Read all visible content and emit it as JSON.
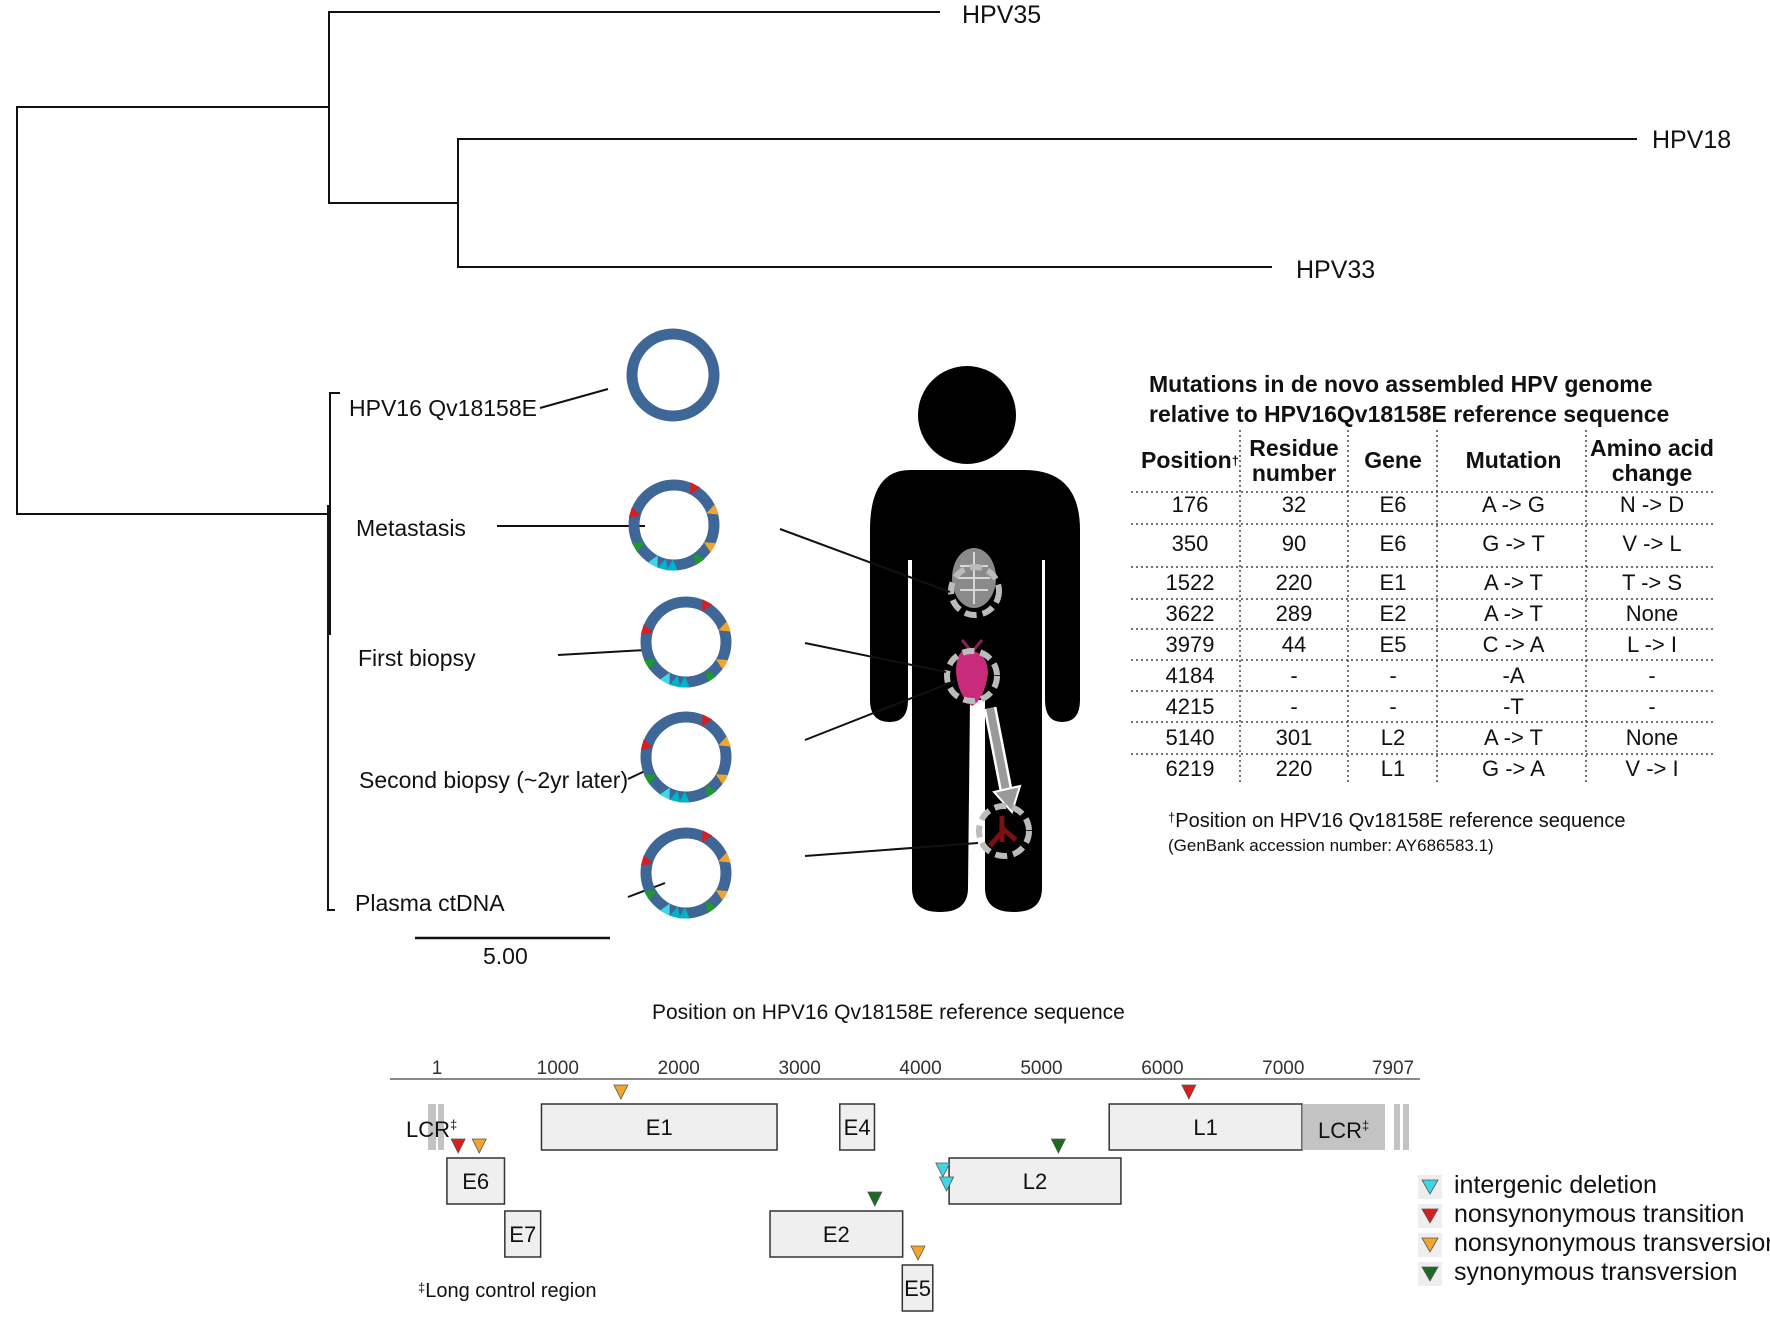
{
  "tree": {
    "taxa": [
      {
        "label": "HPV35"
      },
      {
        "label": "HPV18"
      },
      {
        "label": "HPV33"
      }
    ],
    "samples": [
      {
        "label": "HPV16 Qv18158E"
      },
      {
        "label": "Metastasis"
      },
      {
        "label": "First biopsy"
      },
      {
        "label": "Second biopsy (~2yr later)"
      },
      {
        "label": "Plasma ctDNA"
      }
    ],
    "scale_bar": {
      "label": "5.00"
    }
  },
  "mutation_table": {
    "title_line1": "Mutations in de novo assembled  HPV genome",
    "title_line2": "relative to HPV16Qv18158E reference sequence",
    "headers": {
      "position": "Position",
      "position_mark": "†",
      "residue_1": "Residue",
      "residue_2": "number",
      "gene": "Gene",
      "mutation": "Mutation",
      "aa_1": "Amino acid",
      "aa_2": "change"
    },
    "rows": [
      {
        "position": "176",
        "residue": "32",
        "gene": "E6",
        "mutation": "A -> G",
        "aa_change": "N -> D"
      },
      {
        "position": "350",
        "residue": "90",
        "gene": "E6",
        "mutation": "G -> T",
        "aa_change": "V -> L"
      },
      {
        "position": "1522",
        "residue": "220",
        "gene": "E1",
        "mutation": "A -> T",
        "aa_change": "T -> S"
      },
      {
        "position": "3622",
        "residue": "289",
        "gene": "E2",
        "mutation": "A -> T",
        "aa_change": "None"
      },
      {
        "position": "3979",
        "residue": "44",
        "gene": "E5",
        "mutation": "C -> A",
        "aa_change": "L -> I"
      },
      {
        "position": "4184",
        "residue": "-",
        "gene": "-",
        "mutation": "-A",
        "aa_change": "-"
      },
      {
        "position": "4215",
        "residue": "-",
        "gene": "-",
        "mutation": "-T",
        "aa_change": "-"
      },
      {
        "position": "5140",
        "residue": "301",
        "gene": "L2",
        "mutation": "A -> T",
        "aa_change": "None"
      },
      {
        "position": "6219",
        "residue": "220",
        "gene": "L1",
        "mutation": "G -> A",
        "aa_change": "V -> I"
      }
    ],
    "footnote_mark": "†",
    "footnote_line1": "Position on HPV16 Qv18158E reference sequence",
    "footnote_line2": "(GenBank accession number: AY686583.1)"
  },
  "genome_map": {
    "axis_title": "Position on HPV16 Qv18158E reference sequence",
    "axis_max": 7907,
    "ticks": [
      "1",
      "1000",
      "2000",
      "3000",
      "4000",
      "5000",
      "6000",
      "7000",
      "7907"
    ],
    "genes": [
      {
        "name": "E6",
        "start": 83,
        "end": 559
      },
      {
        "name": "E7",
        "start": 562,
        "end": 858
      },
      {
        "name": "E1",
        "start": 865,
        "end": 2813
      },
      {
        "name": "E2",
        "start": 2755,
        "end": 3852
      },
      {
        "name": "E4",
        "start": 3332,
        "end": 3619
      },
      {
        "name": "E5",
        "start": 3849,
        "end": 4101
      },
      {
        "name": "L2",
        "start": 4236,
        "end": 5657
      },
      {
        "name": "L1",
        "start": 5560,
        "end": 7155
      }
    ],
    "lcr_label": "LCR",
    "lcr_mark": "‡",
    "lcr_footnote_mark": "‡",
    "lcr_footnote": "Long control region",
    "mutations": [
      {
        "position": 176,
        "type": "nonsynonymous transition"
      },
      {
        "position": 350,
        "type": "nonsynonymous transversion"
      },
      {
        "position": 1522,
        "type": "nonsynonymous transversion"
      },
      {
        "position": 3622,
        "type": "synonymous transversion"
      },
      {
        "position": 3979,
        "type": "nonsynonymous transversion"
      },
      {
        "position": 4184,
        "type": "intergenic deletion"
      },
      {
        "position": 4215,
        "type": "intergenic deletion"
      },
      {
        "position": 5140,
        "type": "synonymous transversion"
      },
      {
        "position": 6219,
        "type": "nonsynonymous transition"
      }
    ],
    "legend": [
      {
        "label": "intergenic deletion",
        "color": "#3fd6e6"
      },
      {
        "label": "nonsynonymous transition",
        "color": "#d81f1f"
      },
      {
        "label": "nonsynonymous transversion",
        "color": "#f2a52a"
      },
      {
        "label": "synonymous transversion",
        "color": "#1d6b22"
      }
    ]
  },
  "colors": {
    "genome_ring": "#3e6696",
    "body": "#000000",
    "gene_box": "#efefef",
    "lcr_box": "#c3c3c3",
    "tumor": "#c72b7a"
  }
}
